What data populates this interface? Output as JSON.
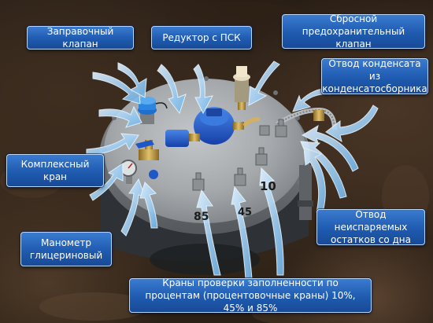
{
  "callouts": {
    "fill_valve": "Заправочный клапан",
    "regulator": "Редуктор с ПСК",
    "relief_valve": "Сбросной предохранительный клапан",
    "condensate": "Отвод конденсата из конденсатосборника",
    "combo_valve": "Комплексный кран",
    "manometer": "Манометр глицериновый",
    "residue": "Отвод неиспаряемых остатков со дна",
    "level_valves": "Краны проверки заполненности по процентам (процентовочные краны) 10%, 45% и 85%"
  },
  "markings": {
    "m10": "10",
    "m45": "45",
    "m85": "85"
  },
  "colors": {
    "callout_fill": "#1f5bb0",
    "callout_border": "#bcd6f6",
    "tank_lid": "#a9acae",
    "regulator_blue": "#1f56c8"
  }
}
